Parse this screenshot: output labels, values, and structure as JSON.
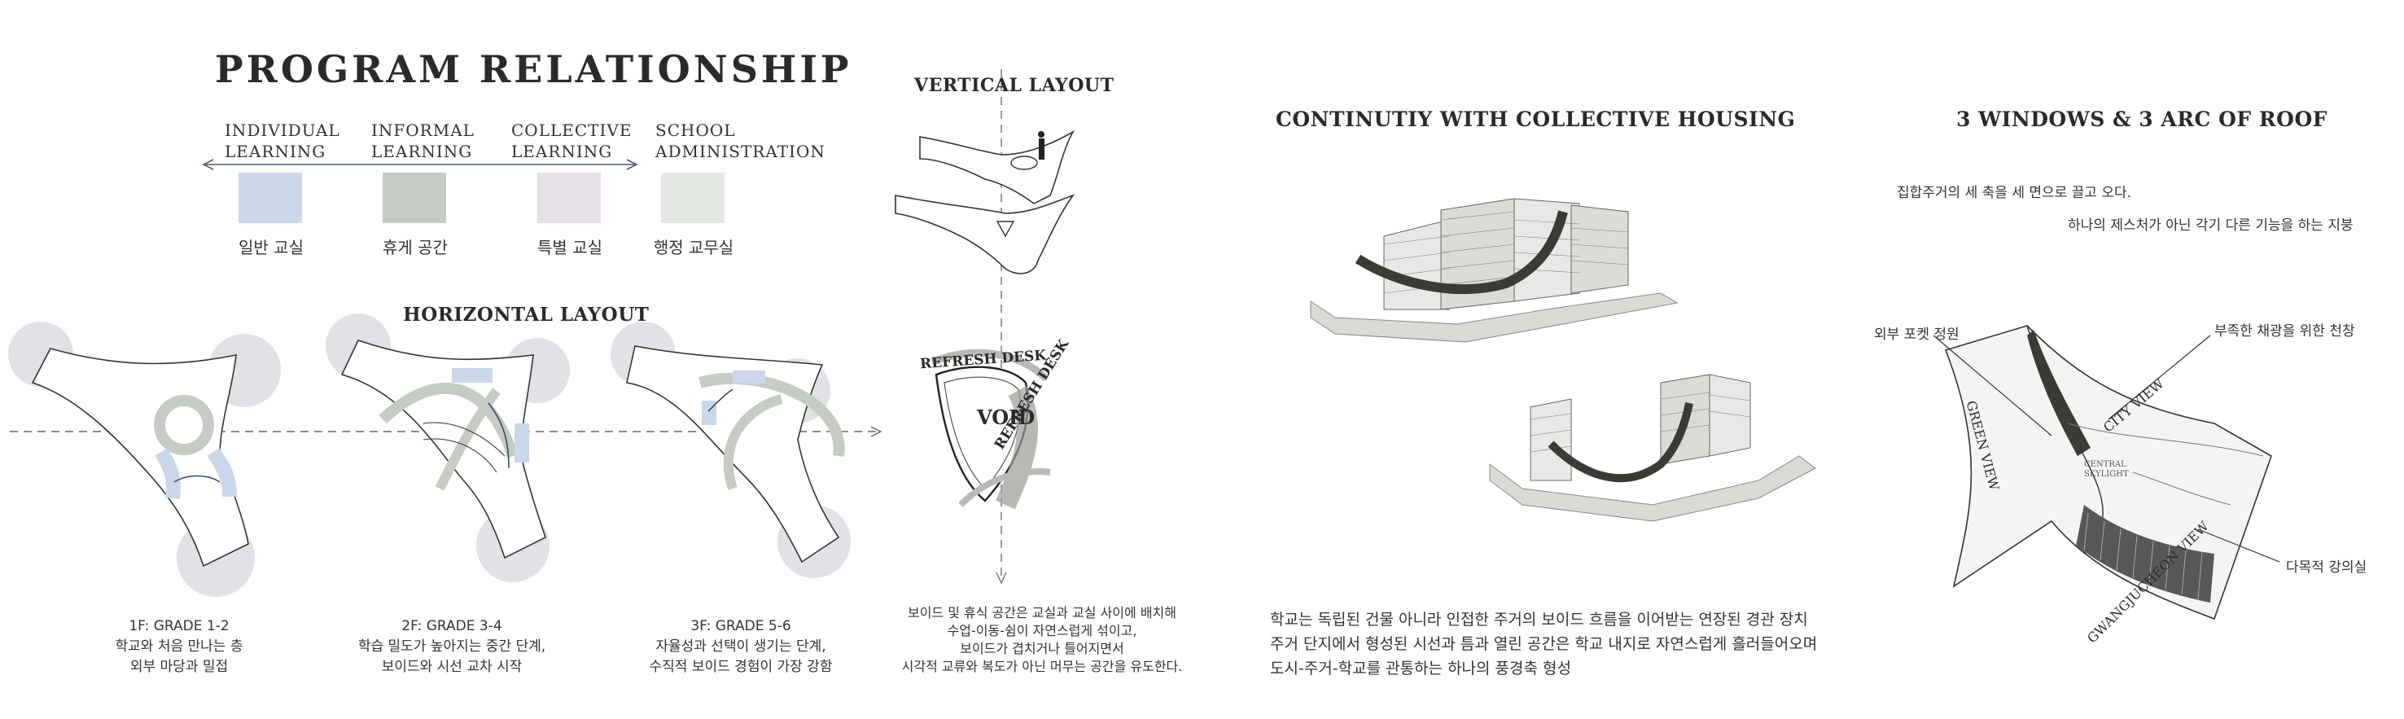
{
  "title": "PROGRAM RELATIONSHIP",
  "legend": [
    {
      "label_en": "INDIVIDUAL\nLEARNING",
      "label_ko": "일반 교실",
      "color": "#c9d8e8"
    },
    {
      "label_en": "INFORMAL\nLEARNING",
      "label_ko": "휴게 공간",
      "color": "#c5cbc3"
    },
    {
      "label_en": "COLLECTIVE\nLEARNING",
      "label_ko": "특별 교실",
      "color": "#e8e0e8"
    },
    {
      "label_en": "SCHOOL\nADMINISTRATION",
      "label_ko": "행정 교무실",
      "color": "#e4e9e4"
    }
  ],
  "horizontal_layout": {
    "title": "HORIZONTAL LAYOUT",
    "floors": [
      {
        "label": "1F: GRADE 1-2",
        "line1": "학교와 처음 만나는 층",
        "line2": "외부 마당과 밀접"
      },
      {
        "label": "2F: GRADE 3-4",
        "line1": "학습 밀도가 높아지는 중간 단계,",
        "line2": "보이드와 시선 교차 시작"
      },
      {
        "label": "3F: GRADE 5-6",
        "line1": "자율성과 선택이 생기는 단계,",
        "line2": "수직적 보이드 경험이 가장 강함"
      }
    ]
  },
  "vertical_layout": {
    "title": "VERTICAL LAYOUT",
    "void_label": "VOID",
    "desk_top": "REFRESH DESK",
    "desk_side": "REFRESH DESK",
    "text": [
      "보이드 및 휴식 공간은 교실과 교실 사이에 배치해",
      "수업-이동-쉼이 자연스럽게 섞이고,",
      "보이드가 겹치거나 틀어지면서",
      "시각적 교류와 복도가 아닌 머무는 공간을 유도한다."
    ]
  },
  "continuity": {
    "title": "CONTINUTIY WITH COLLECTIVE HOUSING",
    "text": [
      "학교는 독립된 건물 아니라 인접한 주거의 보이드 흐름을 이어받는 연장된 경관 장치",
      "주거 단지에서 형성된 시선과 틈과 열린 공간은 학교 내지로 자연스럽게 흘러들어오며",
      "도시-주거-학교를 관통하는 하나의 풍경축 형성"
    ]
  },
  "windows": {
    "title": "3 WINDOWS & 3 ARC OF ROOF",
    "note1": "집합주거의 세 축을 세 면으로 끌고 오다.",
    "note2": "하나의 제스처가 아닌 각기 다른 기능을 하는 지붕",
    "callout_left": "외부 포켓 정원",
    "callout_top": "부족한 채광을 위한 천창",
    "callout_right": "다목적 강의실",
    "view_green": "GREEN VIEW",
    "view_city": "CITY VIEW",
    "view_gwangju": "GWANGJUCHEON VIEW",
    "skylight": "CENTRAL\nSKYLIGHT"
  },
  "colors": {
    "individual": "#c9d8e8",
    "informal": "#c5cbc3",
    "collective": "#e8e0e8",
    "admin": "#e4e9e4",
    "zone": "#e3e1e5",
    "arc_dark": "#3a3a36"
  }
}
